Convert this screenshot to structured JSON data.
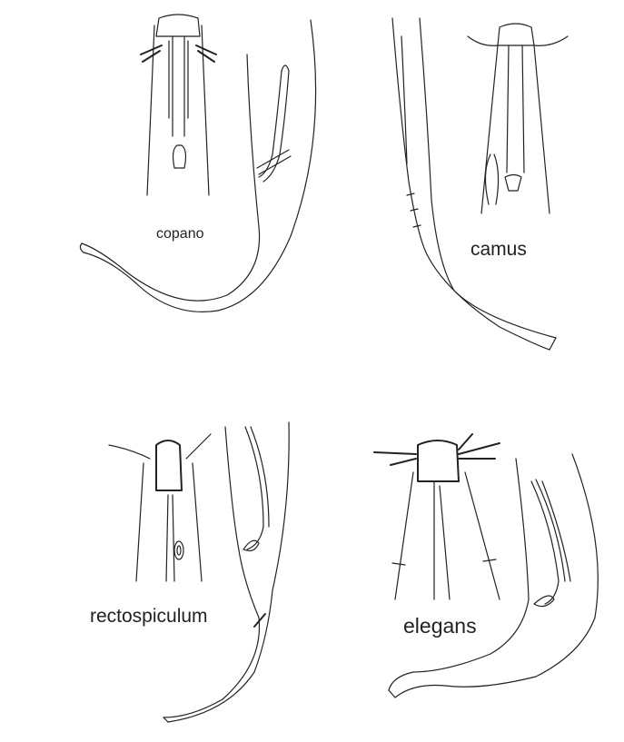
{
  "labels": {
    "copano": "copano",
    "camus": "camus",
    "rectospiculum": "rectospiculum",
    "elegans": "elegans"
  }
}
